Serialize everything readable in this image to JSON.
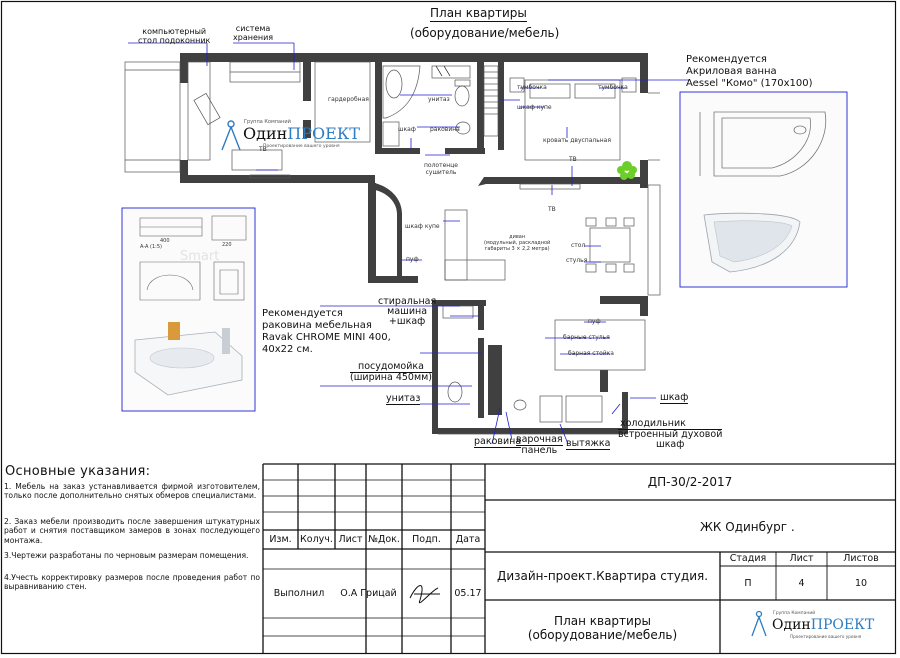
{
  "plan": {
    "title_line1": "План квартиры",
    "title_line2": "(оборудование/мебель)"
  },
  "furniture_labels": {
    "computer_desk_line1": "компьютерный",
    "computer_desk_line2": "стол подоконник",
    "storage_line1": "система",
    "storage_line2": "хранения",
    "wardrobe": "гардеробная",
    "toilet_top": "унитаз",
    "closet_top": "шкаф",
    "sink_top": "раковина",
    "towel_dryer_line1": "полотенце",
    "towel_dryer_line2": "сушитель",
    "nightstand_left": "тумбочка",
    "nightstand_right": "тумбочка",
    "wardrobe_coupe_top": "шкаф купе",
    "double_bed": "кровать двуспальная",
    "tv_living": "ТВ",
    "tv_bedroom": "ТВ",
    "tv_kitchen": "ТВ",
    "wardrobe_coupe_hall": "шкаф купе",
    "pouf_hall": "пуф",
    "sofa_line1": "диван",
    "sofa_line2": "(модульный, раскладной",
    "sofa_line3": "габариты 3 × 2,2 метра)",
    "table": "стол",
    "chairs": "стулья",
    "pouf_kitchen": "пуф",
    "bar_chairs": "барные стулья",
    "bar_counter": "барная стойка",
    "washer_line1": "стиральная",
    "washer_line2": "машина",
    "washer_line3": "+шкаф",
    "dishwasher_line1": "посудомойка",
    "dishwasher_line2": "(ширина 450мм)",
    "toilet_bottom": "унитаз",
    "closet_right": "шкаф",
    "fridge": "холодильник",
    "oven_line1": "встроенный духовой",
    "oven_line2": "шкаф",
    "sink_bottom": "раковина",
    "cooktop_line1": "варочная",
    "cooktop_line2": "панель",
    "hood": "вытяжка"
  },
  "recommendations": {
    "bath_line1": "Рекомендуется",
    "bath_line2": "Акриловая ванна",
    "bath_line3": "Aessel \"Комо\" (170х100)",
    "sink_line1": "Рекомендуется",
    "sink_line2": "раковина мебельная",
    "sink_line3": "Ravak CHROME MINI 400,",
    "sink_line4": "40х22 см."
  },
  "sink_drawing_dims": {
    "d1": "400",
    "d2": "A-A (1:5)",
    "d3": "220",
    "watermark": "Smart"
  },
  "logo": {
    "tagline": "Группа Компаний",
    "brand_part1": "Один",
    "brand_part2": "ПРОЕКТ",
    "subtagline": "Проектирование вашего уровня"
  },
  "notes": {
    "title": "Основные указания:",
    "items": [
      "1. Мебель на заказ устанавливается фирмой изготовителем, только после дополнительно снятых обмеров специалистами.",
      "2. Заказ мебели производить после завершения штукатурных работ и снятия поставщиком замеров в зонах последующего монтажа.",
      "3.Чертежи разработаны по черновым размерам помещения.",
      "4.Учесть корректировку размеров после проведения работ по выравниванию стен."
    ]
  },
  "stamp": {
    "doc_code": "ДП-30/2-2017",
    "object": "ЖК Одинбург .",
    "project": "Дизайн-проект.Квартира студия.",
    "sheet_title_line1": "План квартиры",
    "sheet_title_line2": "(оборудование/мебель)",
    "headers": [
      "Изм.",
      "Колуч.",
      "Лист",
      "№Док.",
      "Подп.",
      "Дата"
    ],
    "performed_label": "Выполнил",
    "performer": "О.А Грицай",
    "date": "05.17",
    "stage_label": "Стадия",
    "sheet_label": "Лист",
    "sheets_label": "Листов",
    "stage": "П",
    "sheet": "4",
    "sheets": "10"
  },
  "colors": {
    "wall": "#404040",
    "leader": "#1f1fd0",
    "brand_blue": "#2e7cc2",
    "plant_green": "#6dce2a"
  }
}
